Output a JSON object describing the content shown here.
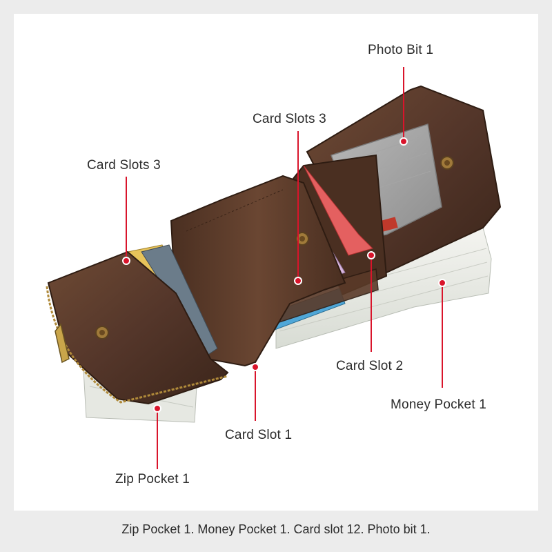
{
  "callouts": {
    "photo_bit": "Photo Bit 1",
    "card_slots_top": "Card Slots 3",
    "card_slots_left": "Card Slots 3",
    "card_slot_2": "Card Slot 2",
    "card_slot_1": "Card Slot 1",
    "money_pocket": "Money Pocket 1",
    "zip_pocket": "Zip Pocket 1"
  },
  "caption": "Zip Pocket 1.  Money Pocket 1.  Card slot 12.  Photo bit 1.",
  "colors": {
    "leather": "#5a3a28",
    "leather_dark": "#3d261a",
    "callout_red": "#d9142b",
    "background": "#ececec",
    "panel": "#ffffff"
  }
}
